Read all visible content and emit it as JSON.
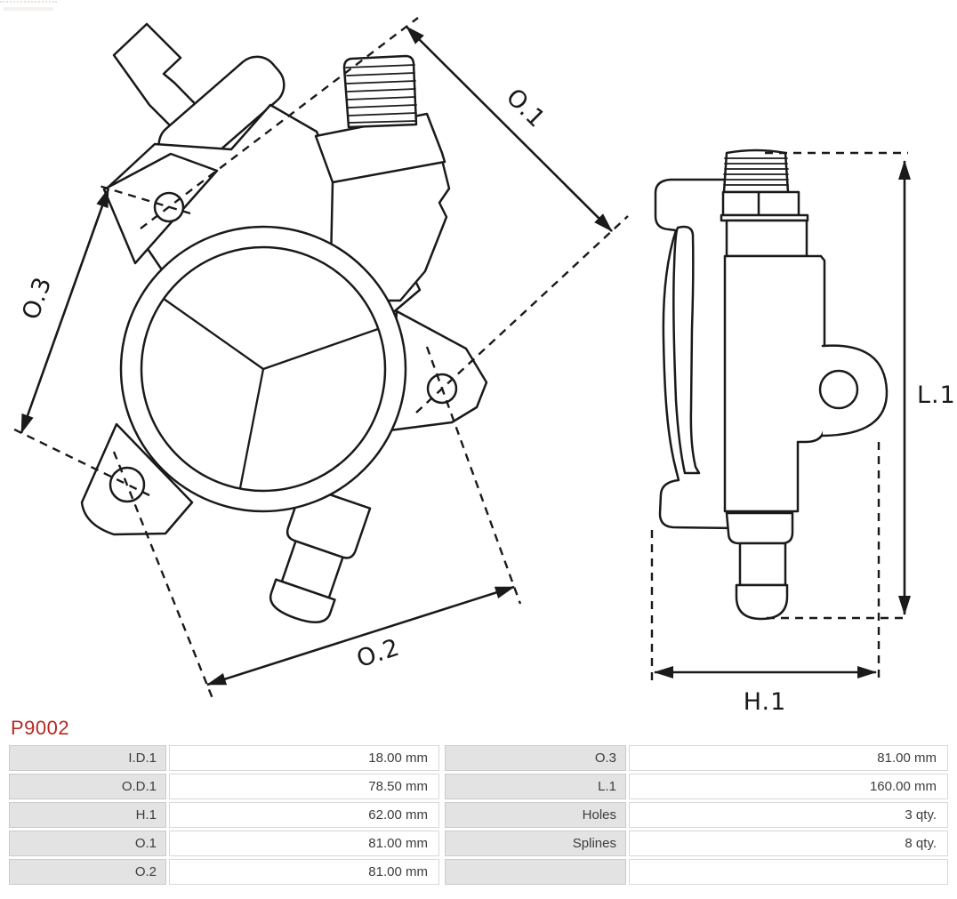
{
  "part_number": "P9002",
  "accent_color": "#b52824",
  "diagram": {
    "views": [
      "front-view",
      "side-view"
    ],
    "dimension_labels": {
      "o1": "O.1",
      "o2": "O.2",
      "o3": "O.3",
      "l1": "L.1",
      "h1": "H.1"
    },
    "features": [
      "threaded-port",
      "mounting-holes-x3",
      "outlet-nozzle",
      "drive-coupling"
    ]
  },
  "spec_table": {
    "left_rows": [
      {
        "label": "I.D.1",
        "value": "18.00 mm"
      },
      {
        "label": "O.D.1",
        "value": "78.50 mm"
      },
      {
        "label": "H.1",
        "value": "62.00 mm"
      },
      {
        "label": "O.1",
        "value": "81.00 mm"
      },
      {
        "label": "O.2",
        "value": "81.00 mm"
      }
    ],
    "right_rows": [
      {
        "label": "O.3",
        "value": "81.00 mm"
      },
      {
        "label": "L.1",
        "value": "160.00 mm"
      },
      {
        "label": "Holes",
        "value": "3 qty."
      },
      {
        "label": "Splines",
        "value": "8 qty."
      },
      {
        "label": "",
        "value": ""
      }
    ]
  }
}
